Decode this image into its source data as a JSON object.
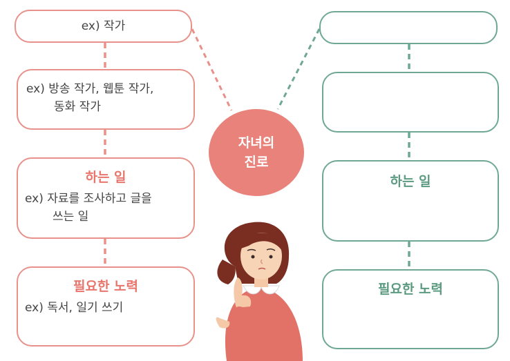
{
  "center": {
    "line1": "자녀의",
    "line2": "진로"
  },
  "left": {
    "job_example": "ex) 작가",
    "detail_line1": "ex) 방송 작가, 웹툰 작가,",
    "detail_line2": "동화 작가",
    "work_title": "하는 일",
    "work_line1": "ex) 자료를 조사하고 글을",
    "work_line2": "쓰는 일",
    "effort_title": "필요한 노력",
    "effort_line1": "ex) 독서, 일기 쓰기"
  },
  "right": {
    "work_title": "하는 일",
    "effort_title": "필요한 노력"
  },
  "colors": {
    "pink": "#e8918a",
    "green": "#6fa892",
    "circle": "#e8827a"
  }
}
